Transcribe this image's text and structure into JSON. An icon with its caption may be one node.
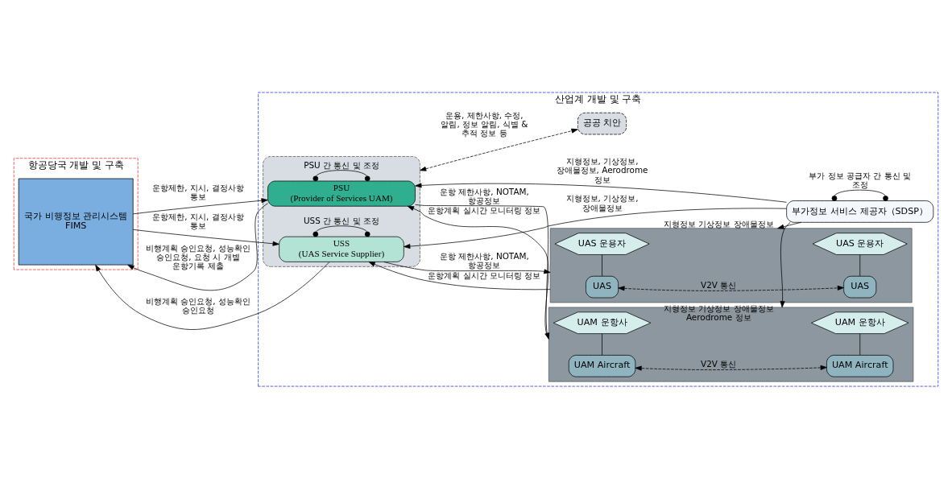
{
  "diagram": {
    "nodes": [
      {
        "text": [
          "항공당국 개발 및 구축"
        ]
      },
      {
        "text": [
          "산업계 개발 및 구축"
        ]
      },
      {
        "text": [
          "국가 비행정보 관리시스템",
          "FIMS"
        ],
        "in": 0
      },
      {
        "text": [],
        "shape": "box",
        "in": 1
      },
      {
        "text": [
          "PSU",
          "(Provider of Services UAM)"
        ],
        "in": 3
      },
      {
        "text": [
          "USS",
          "(UAS Service Supplier)"
        ],
        "in": 3
      },
      {
        "text": [],
        "shape": "box",
        "in": 1
      },
      {
        "text": [
          "UAM Aircraft"
        ],
        "in": 6
      },
      {
        "text": [
          "UAM Aircraft"
        ],
        "in": 6
      },
      {
        "text": [
          "UAM 운항사"
        ],
        "in": 6
      },
      {
        "text": [
          "UAM 운항사"
        ],
        "in": 6
      },
      {
        "text": [],
        "shape": "box",
        "in": 1
      },
      {
        "text": [
          "UAS"
        ],
        "in": 11
      },
      {
        "text": [
          "UAS"
        ],
        "in": 11
      },
      {
        "text": [
          "UAS 운용자"
        ],
        "in": 11
      },
      {
        "text": [
          "UAS 운용자"
        ],
        "in": 11
      },
      {
        "text": [
          "부가정보 서비스 제공자（SDSP）"
        ],
        "in": 1
      },
      {
        "text": [
          "공공 치안"
        ],
        "in": 1
      }
    ],
    "edges": [
      {
        "from": 4,
        "to": 2,
        "arrow": "to",
        "label": "비행계획 승인요청, 성능확인 승인요청, 요청 시 개별 운항기록 제출"
      },
      {
        "from": 2,
        "to": 4,
        "arrow": "to",
        "label": "운항제한, 지시, 결정사항 통보"
      },
      {
        "from": 4,
        "to": 4,
        "arrow": "other",
        "label": "PSU 간 통신 및 조정"
      },
      {
        "from": 5,
        "to": 2,
        "arrow": "to",
        "label": "비행계획 승인요청, 성능확인 승인요청"
      },
      {
        "from": 2,
        "to": 5,
        "arrow": "to",
        "label": "운항제한, 지시, 결정사항 통보"
      },
      {
        "from": 5,
        "to": 5,
        "arrow": "other",
        "label": "USS 간 통신 및 조정"
      },
      {
        "from": 6,
        "to": 4,
        "arrow": "to",
        "label": "운항계획 실시간 모니터링 정보"
      },
      {
        "from": 4,
        "to": 6,
        "arrow": "to",
        "label": "운항 제한사항, NOTAM, 항공정보"
      },
      {
        "from": 7,
        "to": 8,
        "arrow": "both",
        "style": "dashed",
        "label": "V2V 통신"
      },
      {
        "from": 7,
        "to": 9,
        "arrow": "none"
      },
      {
        "from": 8,
        "to": 10,
        "arrow": "none"
      },
      {
        "from": 16,
        "to": 6,
        "arrow": "to",
        "label": "지형정보 기상정보 장애물정보 Aerodrome 정보"
      },
      {
        "from": 16,
        "to": 4,
        "arrow": "to",
        "label": "지형정보, 기상정보, 장애물정보, Aerodrome 정보"
      },
      {
        "from": 11,
        "to": 5,
        "arrow": "to",
        "label": "운항계획 실시간 모니터링 정보"
      },
      {
        "from": 5,
        "to": 11,
        "arrow": "to",
        "label": "운항 제한사항, NOTAM, 항공정보"
      },
      {
        "from": 12,
        "to": 13,
        "arrow": "both",
        "style": "dashed",
        "label": "V2V 통신"
      },
      {
        "from": 12,
        "to": 14,
        "arrow": "none"
      },
      {
        "from": 13,
        "to": 15,
        "arrow": "none"
      },
      {
        "from": 16,
        "to": 11,
        "arrow": "to",
        "label": "지형정보 기상정보 장애물정보"
      },
      {
        "from": 16,
        "to": 5,
        "arrow": "to",
        "label": "지형정보, 기상정보, 장애물정보"
      },
      {
        "from": 16,
        "to": 16,
        "arrow": "other",
        "label": "부가 정보 공급자 간 통신 및 조정"
      },
      {
        "from": 3,
        "to": 17,
        "arrow": "both",
        "style": "dashed",
        "label": "운용, 제한사항, 수정, 알림, 정보 알림, 식별 & 추적 정보 등"
      }
    ]
  }
}
